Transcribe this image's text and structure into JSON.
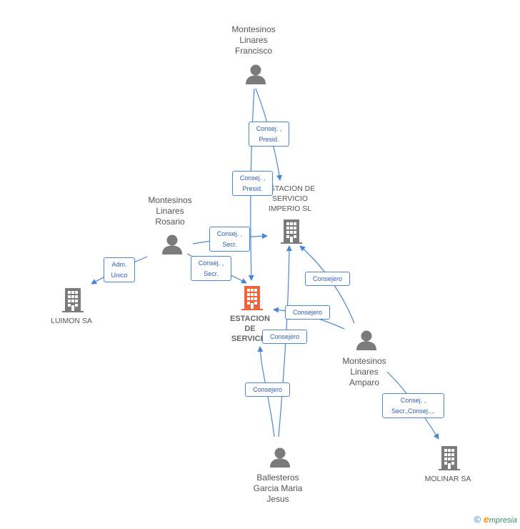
{
  "colors": {
    "edge": "#4a86d6",
    "person": "#7b7b7b",
    "company": "#7b7b7b",
    "focus": "#f0643c"
  },
  "people": {
    "francisco": [
      "Montesinos",
      "Linares",
      "Francisco"
    ],
    "rosario": [
      "Montesinos",
      "Linares",
      "Rosario"
    ],
    "amparo": [
      "Montesinos",
      "Linares",
      "Amparo"
    ],
    "jesus": [
      "Ballesteros",
      "Garcia Maria",
      "Jesus"
    ]
  },
  "companies": {
    "main": [
      "ESTACION",
      "DE",
      "SERVICIO"
    ],
    "imperio": [
      "ESTACION DE",
      "SERVICIO",
      "IMPERIO  SL"
    ],
    "luimon": [
      "LUIMON SA"
    ],
    "molinar": [
      "MOLINAR SA"
    ]
  },
  "edge_labels": {
    "l1": [
      "Consej. ,",
      "Presid."
    ],
    "l2": [
      "Consej. ,",
      "Presid."
    ],
    "l3": [
      "Consej. ,",
      "Secr."
    ],
    "l4": [
      "Consej. ,",
      "Secr."
    ],
    "l5": [
      "Adm.",
      "Unico"
    ],
    "l6": [
      "Consejero"
    ],
    "l7": [
      "Consejero"
    ],
    "l8": [
      "Consejero"
    ],
    "l9": [
      "Consejero"
    ],
    "l10": [
      "Consej. ,",
      "Secr.,Consej...."
    ]
  },
  "footer": {
    "copyright": "©",
    "brand_first": "e",
    "brand_rest": "mpresia"
  }
}
